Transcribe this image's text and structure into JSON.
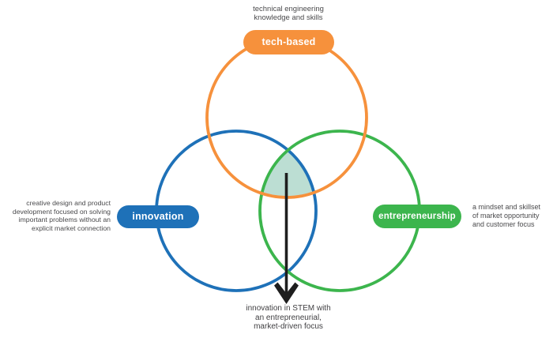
{
  "venn": {
    "circles": [
      {
        "id": "tech-based",
        "label": "tech-based",
        "color": "#f6913c",
        "annotation_lines": [
          "technical engineering",
          "knowledge and skills"
        ]
      },
      {
        "id": "innovation",
        "label": "innovation",
        "color": "#1e71b8",
        "annotation_lines": [
          "creative design and product",
          "development focused on solving",
          "important problems without an",
          "explicit market connection"
        ]
      },
      {
        "id": "entrepreneurship",
        "label": "entrepreneurship",
        "color": "#3cb54d",
        "annotation_lines": [
          "a mindset and skillset",
          "of market opportunity",
          "and customer focus"
        ]
      }
    ],
    "intersection": {
      "fill_color": "#bcded3",
      "arrow_color": "#1e1e1e",
      "result_lines": [
        "innovation in STEM with",
        "an entrepreneurial,",
        "market-driven focus"
      ]
    }
  }
}
